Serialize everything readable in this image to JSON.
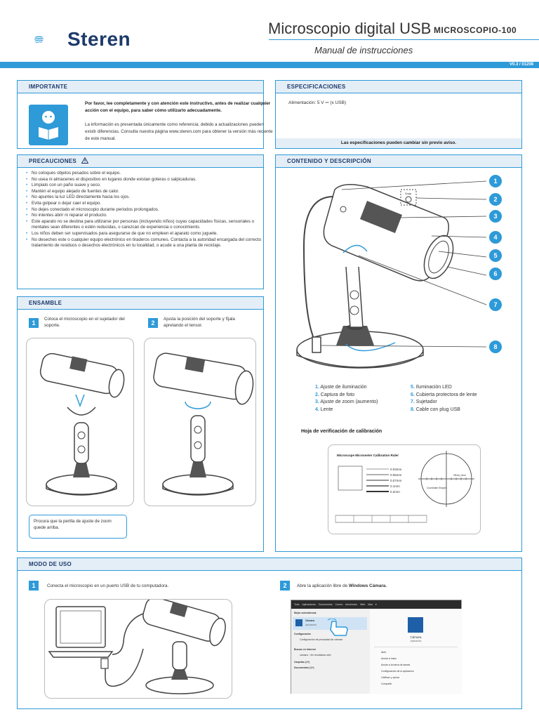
{
  "header": {
    "brand": "Steren",
    "title": "Microscopio digital USB",
    "model": "MICROSCOPIO-100",
    "subtitle": "Manual de instrucciones",
    "version": "V0.3 / 01208"
  },
  "importante": {
    "heading": "IMPORTANTE",
    "bold_text": "Por favor, lee completamente y con atención este instructivo, antes de realizar cualquier acción con el equipo, para saber cómo utilizarlo adecuadamente.",
    "text": "La información es presentada únicamente como referencia; debido a actualizaciones pueden existir diferencias. Consulta nuestra página www.steren.com para obtener la versión más reciente de este manual."
  },
  "especificaciones": {
    "heading": "ESPECIFICACIONES",
    "power": "Alimentación: 5 V ⎓ (x USB)",
    "footer": "Las especificaciones pueden cambiar sin previo aviso."
  },
  "precauciones": {
    "heading": "PRECAUCIONES",
    "items": [
      "No coloques objetos pesados sobre el equipo.",
      "No usea ni almacenes el dispositivo en lugares donde existan goteras o salpicaduras.",
      "Límpialo con un paño suave y seco.",
      "Mantén el equipo alejado de fuentes de calor.",
      "No apuntes la luz LED directamente hacia los ojos.",
      "Evita golpear o dejar caer el equipo.",
      "No dejes conectado el microscopio durante periodos prolongados.",
      "No intentes abrir ni reparar el producto.",
      "Este aparato no se destina para utilizarse por personas (incluyendo niños) cuyas capacidades físicas, sensoriales o mentales sean diferentes o estén reducidas, o carezcan de experiencia o conocimiento.",
      "Los niños deben ser supervisados para asegurarse de que no empleen el aparato como juguete.",
      "No deseches este o cualquier equipo electrónico en tiraderos comunes. Contacta a la autoridad encargada del correcto tratamiento de residuos o desechos electrónicos en tu localidad, o acude a una planta de reciclaje."
    ]
  },
  "ensamble": {
    "heading": "ENSAMBLE",
    "step1": "Coloca el microscopio en el sujetador del soporte.",
    "step2": "Ajusta la posición del soporte y fíjala apretando el tensor.",
    "note": "Procura que la perilla de ajuste de zoom quede arriba."
  },
  "contenido": {
    "heading": "CONTENIDO Y DESCRIPCIÓN",
    "snap_label": "Snap",
    "badges": [
      "1",
      "2",
      "3",
      "4",
      "5",
      "6",
      "7",
      "8"
    ],
    "legend_left": [
      {
        "n": "1.",
        "t": "Ajuste de iluminación"
      },
      {
        "n": "2.",
        "t": "Captura de foto"
      },
      {
        "n": "3.",
        "t": "Ajuste de zoom (aumento)"
      },
      {
        "n": "4.",
        "t": "Lente"
      }
    ],
    "legend_right": [
      {
        "n": "5.",
        "t": "Iluminación LED"
      },
      {
        "n": "6.",
        "t": "Cubierta protectora de lente"
      },
      {
        "n": "7.",
        "t": "Sujetador"
      },
      {
        "n": "8.",
        "t": "Cable con plug USB"
      }
    ],
    "calib_title": "Hoja de verificación de calibración",
    "ruler_title": "Microscope Micrometer Calibration Ruler",
    "scales": [
      "0.03mm",
      "0.05mm",
      "0.07mm",
      "0.1mm",
      "0.2mm"
    ],
    "circle_labels": {
      "left": "Coordinate Shaped",
      "right": "0R/dd_0mm"
    }
  },
  "modo_uso": {
    "heading": "MODO DE USO",
    "step1": "Conecta el microscopio en un puerto USB de tu computadora.",
    "step2_prefix": "Abre la aplicación libre de ",
    "step2_bold": "Windows Cámara."
  },
  "windows": {
    "tabs": "Todo   Aplicaciones   Documentos   Correo electrónico   Web   Más ▾",
    "best_match": "Mejor coincidencia",
    "app_name": "Cámara",
    "app_type": "Aplicación",
    "config": "Configuración",
    "config_item": "Configuración de privacidad de cámara",
    "web": "Buscar en Internet",
    "web_item": "camara - Ver resultados web",
    "folders": "Carpetas (1+)",
    "docs": "Documentos (1+)",
    "actions": [
      "Abrir",
      "Anclar a Inicio",
      "Anclar a la barra de tareas",
      "Configuración de la aplicación",
      "Calificar y opinar",
      "Compartir"
    ]
  }
}
